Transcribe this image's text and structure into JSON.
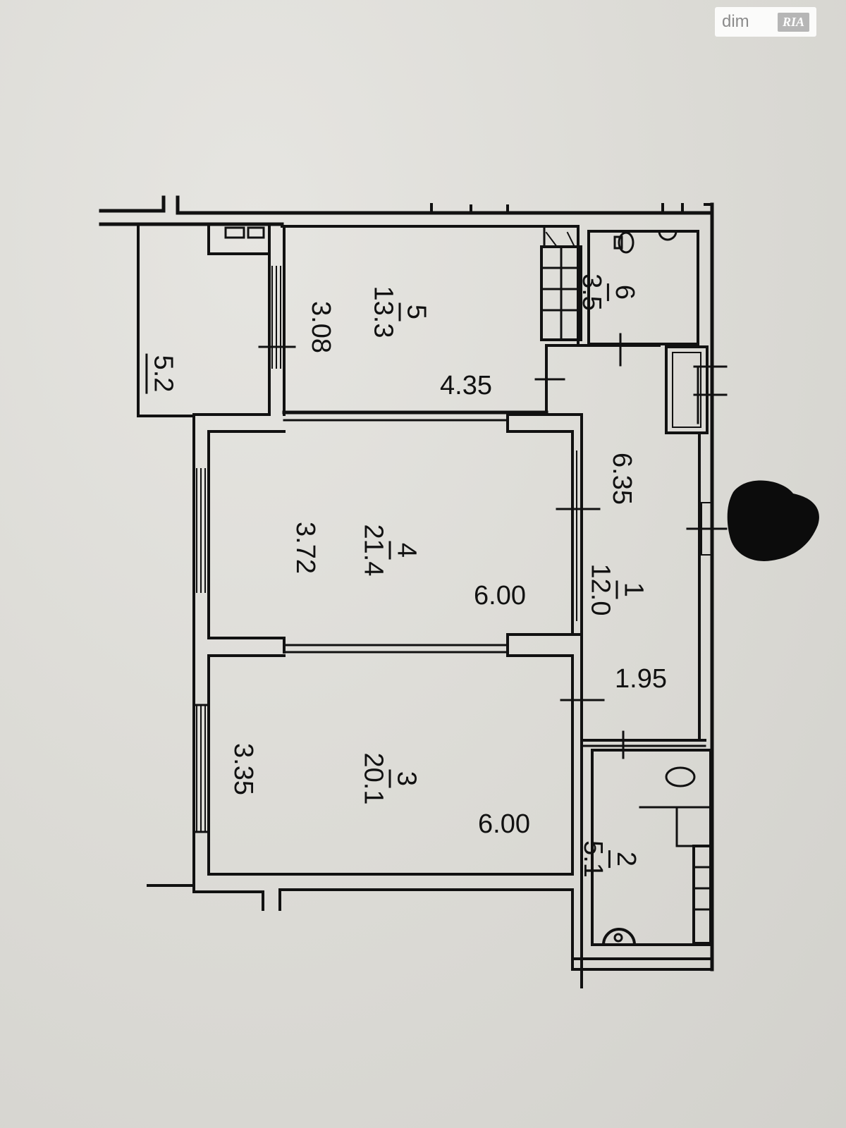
{
  "watermark": {
    "brand": "dim",
    "brand_badge": "RIA"
  },
  "rooms": [
    {
      "id": "r5",
      "number": "5",
      "area": "13.3",
      "width": "4.35",
      "depth": "3.08"
    },
    {
      "id": "r4",
      "number": "4",
      "area": "21.4",
      "width": "6.00",
      "depth": "3.72"
    },
    {
      "id": "r3",
      "number": "3",
      "area": "20.1",
      "width": "6.00",
      "depth": "3.35"
    },
    {
      "id": "r1",
      "number": "1",
      "area": "12.0",
      "width": "6.35",
      "depth": "1.95"
    },
    {
      "id": "r6",
      "number": "6",
      "area": "3.5"
    },
    {
      "id": "r2",
      "number": "2",
      "area": "5.1"
    },
    {
      "id": "balcony",
      "area": "5.2"
    }
  ],
  "colors": {
    "ink": "#111111",
    "paper": "#dcdbd6"
  }
}
